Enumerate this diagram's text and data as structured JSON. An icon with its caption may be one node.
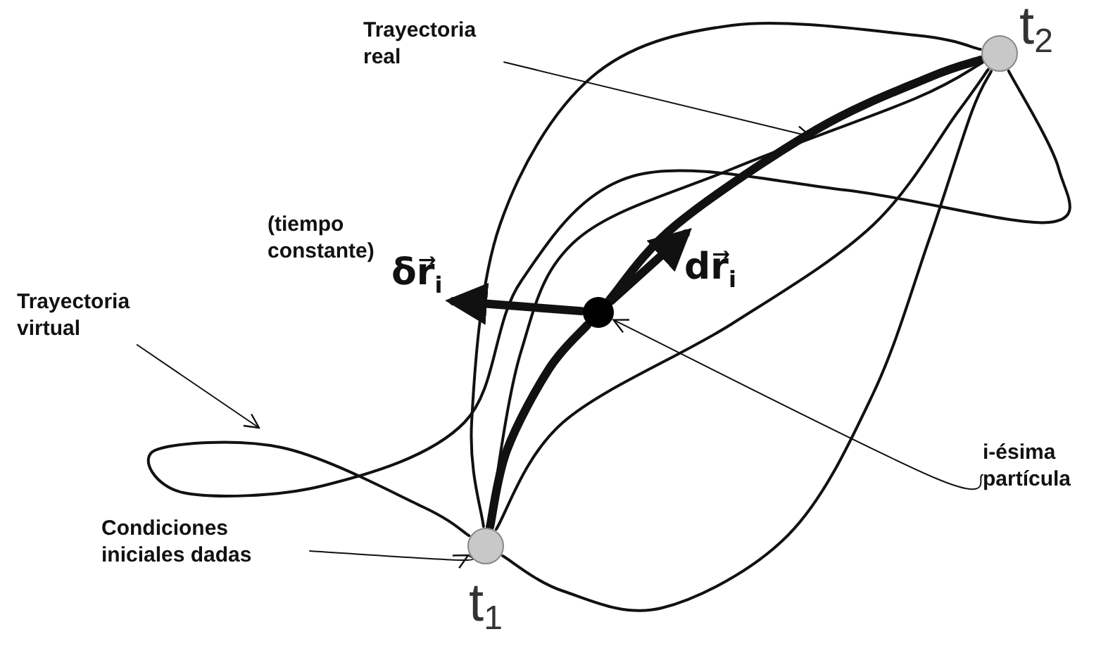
{
  "diagram": {
    "nodes": [
      {
        "text": [
          "Trayectoria real"
        ]
      },
      {
        "text": [
          "Trayectoria virtual"
        ]
      },
      {
        "text": [
          "Condiciones iniciales dadas"
        ]
      },
      {
        "text": [
          "i-ésima partícula"
        ]
      },
      {
        "text": [],
        "shape": "circle",
        "beside": [
          "t$_{1}$"
        ]
      },
      {
        "text": [],
        "shape": "circle",
        "beside": [
          "t$_{2}$"
        ]
      },
      {
        "text": [],
        "shape": "circle"
      }
    ],
    "edges": [
      {
        "from": 4,
        "to": 5,
        "arrow": "none"
      },
      {
        "from": 4,
        "to": 5,
        "arrow": "none"
      },
      {
        "from": 4,
        "to": 5,
        "arrow": "none"
      },
      {
        "from": 4,
        "to": 5,
        "arrow": "none"
      },
      {
        "from": 4,
        "to": 5,
        "arrow": "none"
      },
      {
        "from": 4,
        "to": 6,
        "arrow": "none",
        "style": "thick"
      },
      {
        "from": 6,
        "to": 5,
        "arrow": "none",
        "style": "thick"
      },
      {
        "from": 6,
        "to": null,
        "arrow": "to",
        "style": "thick",
        "label": "δr⃗$_{i}$"
      },
      {
        "from": 6,
        "to": null,
        "arrow": "to",
        "style": "thick",
        "label": "dr⃗$_{i}$"
      },
      {
        "from": 0,
        "to": null,
        "arrow": "to"
      },
      {
        "from": 1,
        "to": null,
        "arrow": "to"
      },
      {
        "from": 2,
        "to": 4,
        "arrow": "to"
      },
      {
        "from": 3,
        "to": 6,
        "arrow": "to"
      }
    ],
    "labels": [
      "(tiempo constante)"
    ]
  }
}
